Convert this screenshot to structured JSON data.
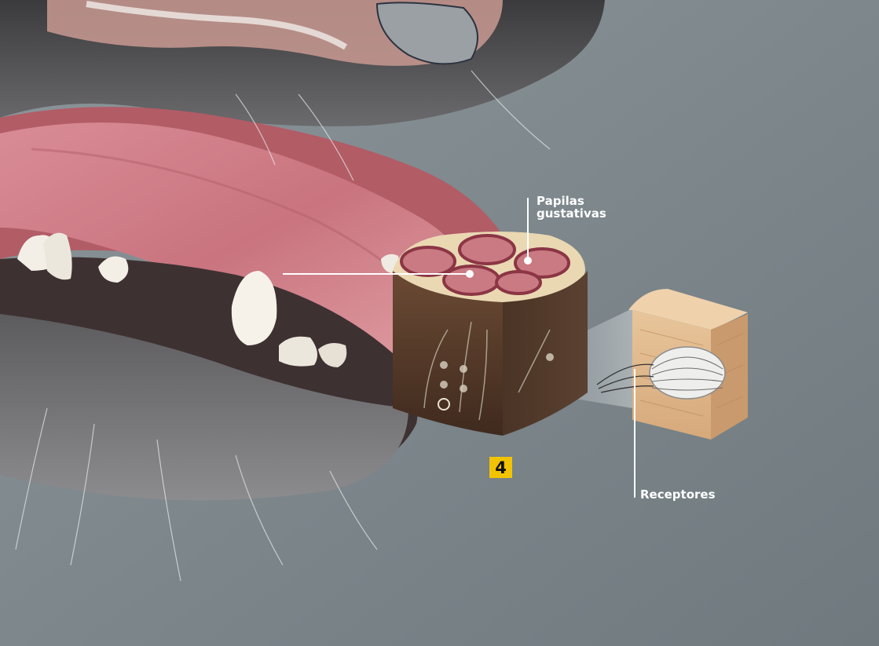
{
  "labels": {
    "papilas": "Papilas gustativas",
    "receptores": "Receptores"
  },
  "step_badge": "4",
  "colors": {
    "badge": "#f2c300",
    "label_text": "#ffffff",
    "background": "#7b8489"
  }
}
